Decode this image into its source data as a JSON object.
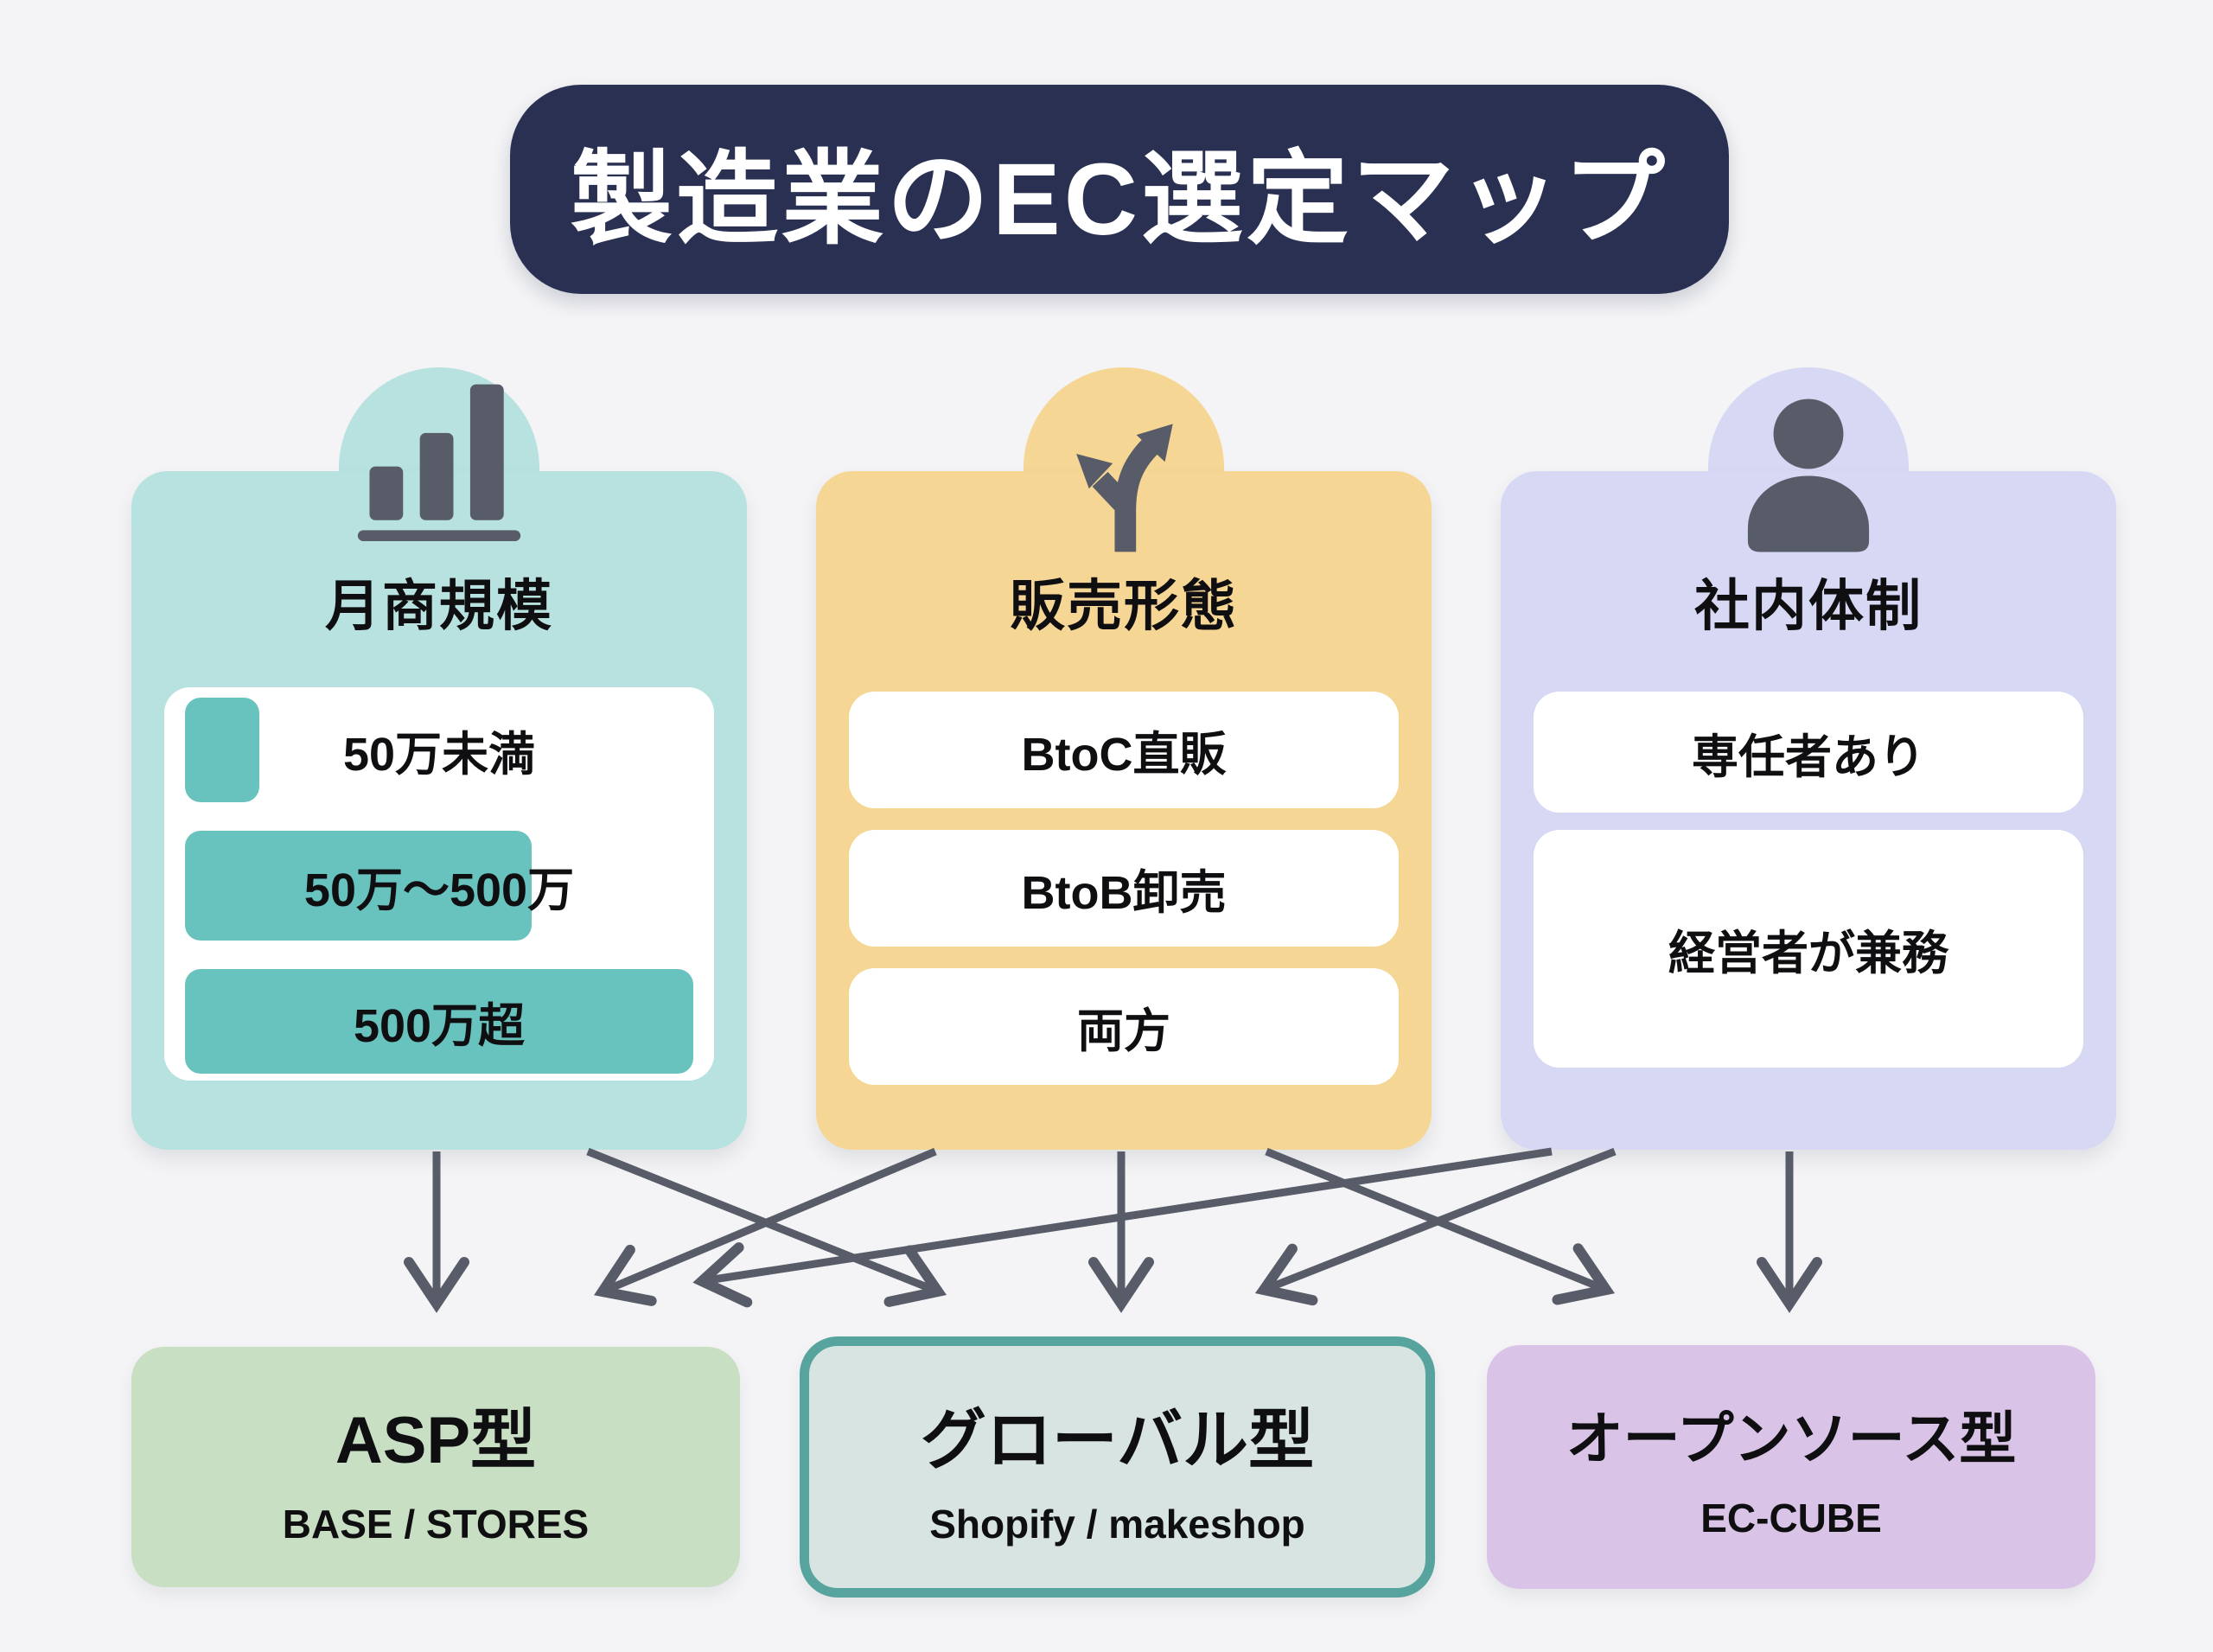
{
  "title": "製造業のEC選定マップ",
  "columns": [
    {
      "header": "月商規模",
      "icon": "bar-chart-icon",
      "items": [
        {
          "label": "50万未満",
          "bar_size": "small"
        },
        {
          "label": "50万〜500万",
          "bar_size": "medium"
        },
        {
          "label": "500万超",
          "bar_size": "large"
        }
      ]
    },
    {
      "header": "販売形態",
      "icon": "split-arrows-icon",
      "items": [
        {
          "label": "BtoC直販"
        },
        {
          "label": "BtoB卸売"
        },
        {
          "label": "両方"
        }
      ]
    },
    {
      "header": "社内体制",
      "icon": "person-icon",
      "items": [
        {
          "label": "専任者あり"
        },
        {
          "label": "経営者が兼務"
        }
      ]
    }
  ],
  "results": [
    {
      "title": "ASP型",
      "subtitle": "BASE / STORES",
      "highlighted": false
    },
    {
      "title": "グローバル型",
      "subtitle": "Shopify / makeshop",
      "highlighted": true
    },
    {
      "title": "オープンソース型",
      "subtitle": "EC-CUBE",
      "highlighted": false
    }
  ],
  "connections": [
    {
      "from": "月商規模",
      "to": "ASP型"
    },
    {
      "from": "月商規模",
      "to": "グローバル型"
    },
    {
      "from": "販売形態",
      "to": "ASP型"
    },
    {
      "from": "販売形態",
      "to": "グローバル型"
    },
    {
      "from": "販売形態",
      "to": "オープンソース型"
    },
    {
      "from": "社内体制",
      "to": "ASP型"
    },
    {
      "from": "社内体制",
      "to": "グローバル型"
    },
    {
      "from": "社内体制",
      "to": "オープンソース型"
    }
  ],
  "colors": {
    "background": "#f4f4f6",
    "title_bg": "#293052",
    "title_text": "#ffffff",
    "monthly_sales_card": "#b8e2df",
    "monthly_sales_accent": "#68c2be",
    "sales_format_card": "#f6d694",
    "internal_structure_card": "#d6d8f4",
    "asp_card": "#c8dfc4",
    "global_card": "#d7e4e1",
    "global_border": "#57a39e",
    "open_source_card": "#d9c4e7",
    "arrow": "#575c68",
    "text": "#111111"
  }
}
